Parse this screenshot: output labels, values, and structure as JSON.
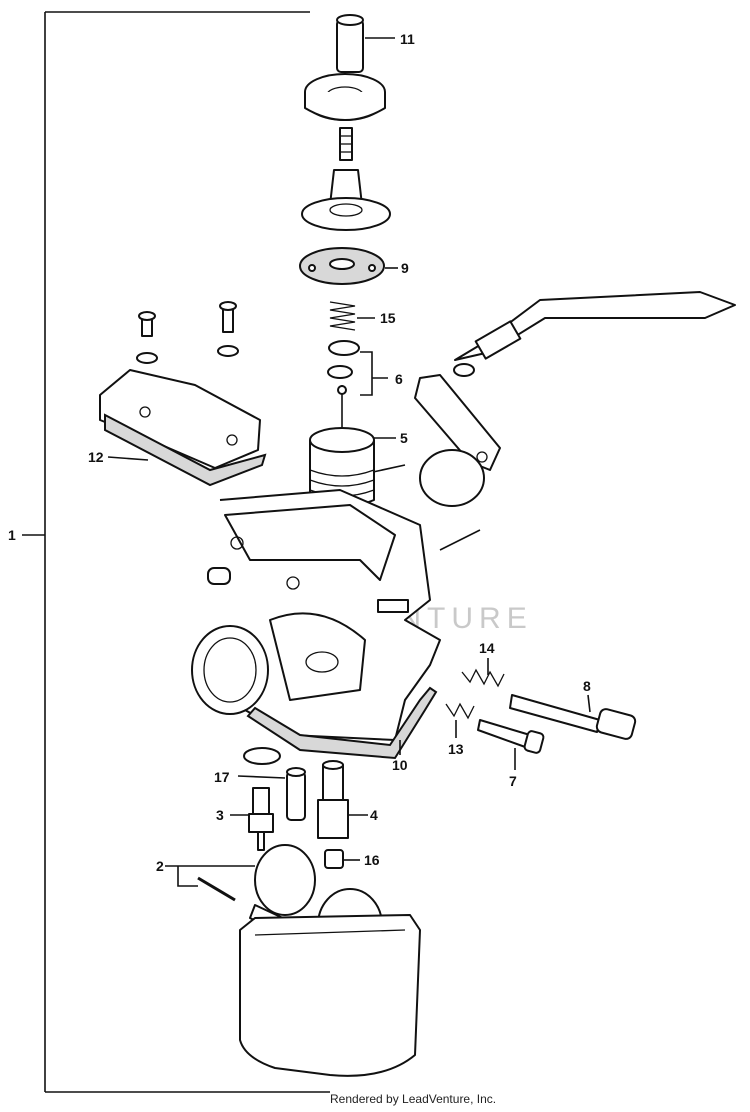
{
  "diagram": {
    "callouts": [
      {
        "id": "1",
        "label": "1"
      },
      {
        "id": "2",
        "label": "2"
      },
      {
        "id": "3",
        "label": "3"
      },
      {
        "id": "4",
        "label": "4"
      },
      {
        "id": "5",
        "label": "5"
      },
      {
        "id": "6",
        "label": "6"
      },
      {
        "id": "7",
        "label": "7"
      },
      {
        "id": "8",
        "label": "8"
      },
      {
        "id": "9",
        "label": "9"
      },
      {
        "id": "10",
        "label": "10"
      },
      {
        "id": "11",
        "label": "11"
      },
      {
        "id": "12",
        "label": "12"
      },
      {
        "id": "13",
        "label": "13"
      },
      {
        "id": "14",
        "label": "14"
      },
      {
        "id": "15",
        "label": "15"
      },
      {
        "id": "16",
        "label": "16"
      },
      {
        "id": "17",
        "label": "17"
      }
    ],
    "watermark": "LEADVENTURE",
    "footer": "Rendered by LeadVenture, Inc."
  }
}
